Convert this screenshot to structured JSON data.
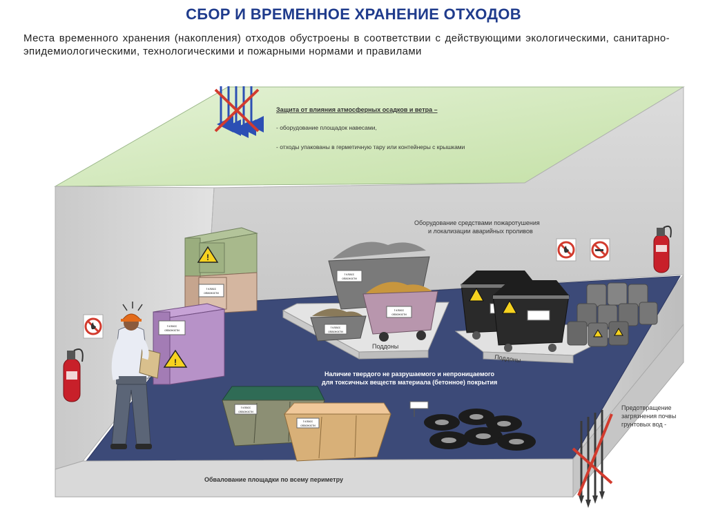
{
  "title": "СБОР И ВРЕМЕННОЕ ХРАНЕНИЕ ОТХОДОВ",
  "intro": "Места временного хранения (накопления) отходов обустроены в соответствии с действующими экологическими, санитарно-эпидемиологическими, технологическими и пожарными нормами и правилами",
  "roof_note": {
    "heading": "Защита от влияния атмосферных осадков и ветра –",
    "items": [
      "-   оборудование площадок навесами,",
      "-   отходы упакованы в герметичную тару или контейнеры с крышками"
    ]
  },
  "fire_note": [
    "Оборудование средствами пожаротушения",
    "и локализации аварийных проливов"
  ],
  "floor_note": [
    "Наличие твердого не разрушаемого и непроницаемого",
    "для токсичных веществ материала (бетонное) покрытия"
  ],
  "groundwater_note": [
    "Предотвращение",
    "загрязнения почвы",
    "грунтовых вод -"
  ],
  "perimeter_note": "Обвалование площадки по всему периметру",
  "pallet_label_left": "Поддоны",
  "pallet_label_right": "Поддоны",
  "class_tag": [
    "I класс",
    "опасности"
  ],
  "colors": {
    "title": "#1f3b8c",
    "roof": "#cde7b3",
    "walls": "#d6d6d6",
    "floor": "#3c4a78",
    "floor_text": "#ffffff",
    "forbid": "#d23b2e",
    "arrows": "#2c4fb4"
  }
}
